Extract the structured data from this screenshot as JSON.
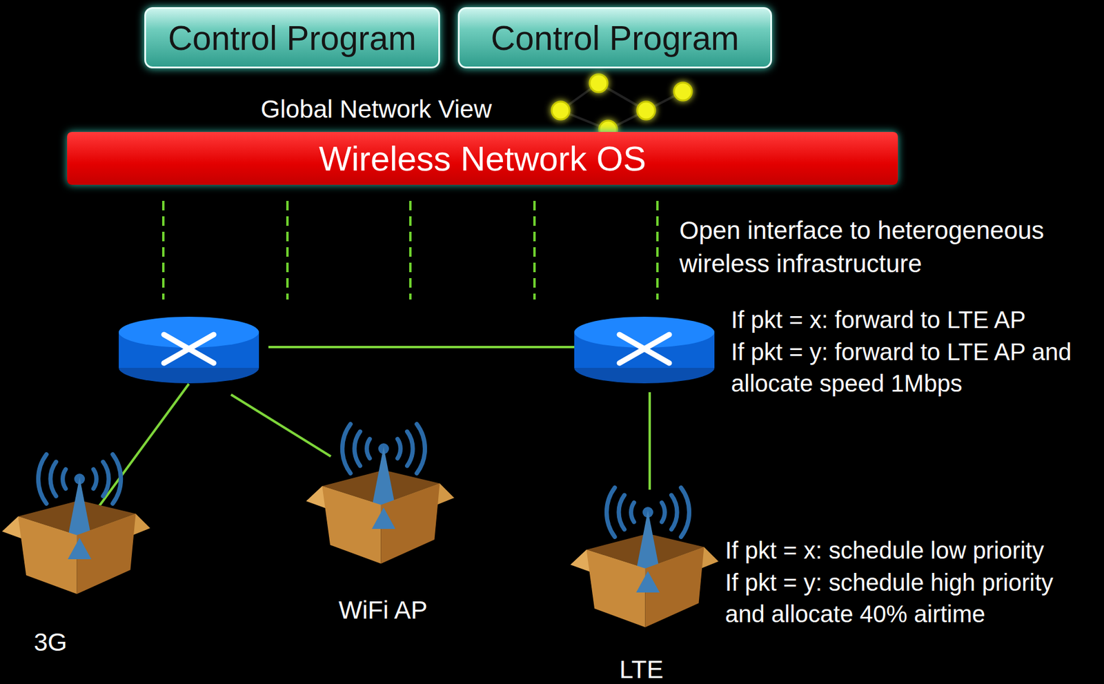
{
  "diagram": {
    "nodes": [
      {
        "text": [
          "Control Program"
        ]
      },
      {
        "text": [
          "Control Program"
        ]
      },
      {
        "text": [
          "Wireless Network OS"
        ]
      },
      {
        "text": [
          "3G"
        ]
      },
      {
        "text": [
          "WiFi AP"
        ]
      },
      {
        "text": [
          "LTE"
        ]
      }
    ],
    "labels": [
      "Global Network View",
      "Open interface to heterogeneous wireless infrastructure",
      "If pkt = x: forward to LTE AP",
      "If pkt = y: forward to LTE AP and allocate speed 1Mbps",
      "If pkt = x: schedule low priority",
      "If pkt = y: schedule high priority and allocate 40% airtime"
    ]
  }
}
